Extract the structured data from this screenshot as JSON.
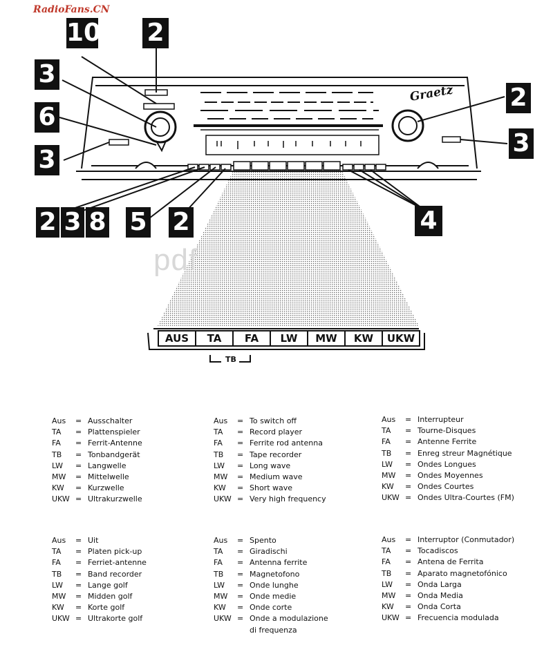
{
  "watermark_top": "RadioFans.CN",
  "watermark_mid": "pdf",
  "brand": "Graetz",
  "callouts": {
    "c10": "10",
    "c2_top": "2",
    "c3_left_upper": "3",
    "c6": "6",
    "c3_left_lower": "3",
    "c2_right": "2",
    "c3_right": "3",
    "c238": [
      "2",
      "3",
      "8"
    ],
    "c5": "5",
    "c2_bottom": "2",
    "c4": "4"
  },
  "band_keys": [
    "AUS",
    "TA",
    "FA",
    "LW",
    "MW",
    "KW",
    "UKW"
  ],
  "tb_label": "TB",
  "legends": [
    {
      "rows": [
        {
          "k": "Aus",
          "v": "Ausschalter"
        },
        {
          "k": "TA",
          "v": "Plattenspieler"
        },
        {
          "k": "FA",
          "v": "Ferrit-Antenne"
        },
        {
          "k": "TB",
          "v": "Tonbandgerät"
        },
        {
          "k": "LW",
          "v": "Langwelle"
        },
        {
          "k": "MW",
          "v": "Mittelwelle"
        },
        {
          "k": "KW",
          "v": "Kurzwelle"
        },
        {
          "k": "UKW",
          "v": "Ultrakurzwelle"
        }
      ]
    },
    {
      "rows": [
        {
          "k": "Aus",
          "v": "To switch off"
        },
        {
          "k": "TA",
          "v": "Record player"
        },
        {
          "k": "FA",
          "v": "Ferrite rod antenna"
        },
        {
          "k": "TB",
          "v": "Tape recorder"
        },
        {
          "k": "LW",
          "v": "Long wave"
        },
        {
          "k": "MW",
          "v": "Medium wave"
        },
        {
          "k": "KW",
          "v": "Short wave"
        },
        {
          "k": "UKW",
          "v": "Very high frequency"
        }
      ]
    },
    {
      "rows": [
        {
          "k": "Aus",
          "v": "Interrupteur"
        },
        {
          "k": "TA",
          "v": "Tourne-Disques"
        },
        {
          "k": "FA",
          "v": "Antenne Ferrite"
        },
        {
          "k": "TB",
          "v": "Enreg streur Magnétique"
        },
        {
          "k": "LW",
          "v": "Ondes Longues"
        },
        {
          "k": "MW",
          "v": "Ondes Moyennes"
        },
        {
          "k": "KW",
          "v": "Ondes Courtes"
        },
        {
          "k": "UKW",
          "v": "Ondes Ultra-Courtes (FM)"
        }
      ]
    },
    {
      "rows": [
        {
          "k": "Aus",
          "v": "Uit"
        },
        {
          "k": "TA",
          "v": "Platen pick-up"
        },
        {
          "k": "FA",
          "v": "Ferriet-antenne"
        },
        {
          "k": "TB",
          "v": "Band recorder"
        },
        {
          "k": "LW",
          "v": "Lange golf"
        },
        {
          "k": "MW",
          "v": "Midden golf"
        },
        {
          "k": "KW",
          "v": "Korte golf"
        },
        {
          "k": "UKW",
          "v": "Ultrakorte golf"
        }
      ]
    },
    {
      "rows": [
        {
          "k": "Aus",
          "v": "Spento"
        },
        {
          "k": "TA",
          "v": "Giradischi"
        },
        {
          "k": "FA",
          "v": "Antenna ferrite"
        },
        {
          "k": "TB",
          "v": "Magnetofono"
        },
        {
          "k": "LW",
          "v": "Onde lunghe"
        },
        {
          "k": "MW",
          "v": "Onde medie"
        },
        {
          "k": "KW",
          "v": "Onde corte"
        },
        {
          "k": "UKW",
          "v": "Onde a modulazione"
        },
        {
          "k": "",
          "v": "di frequenza"
        }
      ]
    },
    {
      "rows": [
        {
          "k": "Aus",
          "v": "Interruptor (Conmutador)"
        },
        {
          "k": "TA",
          "v": "Tocadiscos"
        },
        {
          "k": "FA",
          "v": "Antena de Ferrita"
        },
        {
          "k": "TB",
          "v": "Aparato magnetofónico"
        },
        {
          "k": "LW",
          "v": "Onda Larga"
        },
        {
          "k": "MW",
          "v": "Onda Media"
        },
        {
          "k": "KW",
          "v": "Onda Corta"
        },
        {
          "k": "UKW",
          "v": "Frecuencia modulada"
        }
      ]
    }
  ]
}
